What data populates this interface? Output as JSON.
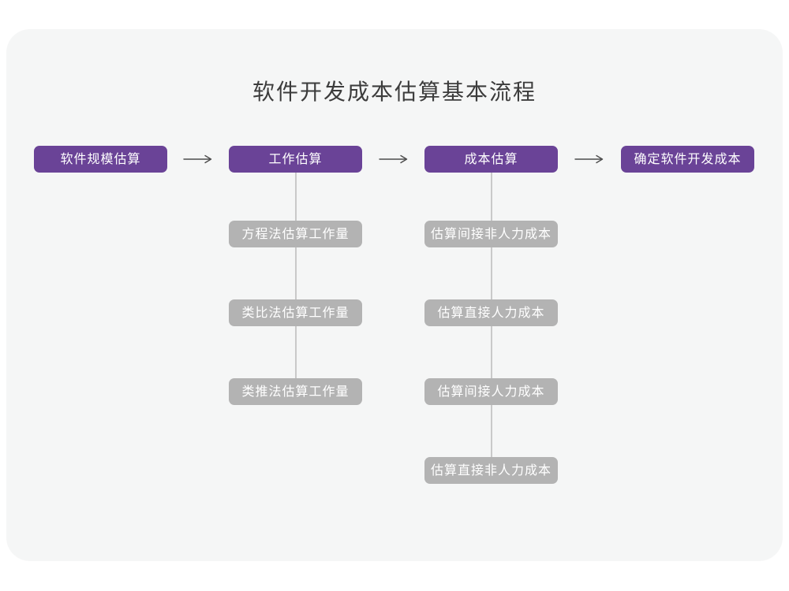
{
  "title": "软件开发成本估算基本流程",
  "colors": {
    "card_background": "#f5f6f6",
    "primary_purple": "#6a4397",
    "secondary_gray": "#b3b3b3",
    "connector_line": "#c9c9c9",
    "arrow": "#4d4d4d",
    "title_text": "#3c3c3c",
    "box_text": "#ffffff"
  },
  "main_flow": [
    {
      "label": "软件规模估算",
      "sub_steps": []
    },
    {
      "label": "工作估算",
      "sub_steps": [
        "方程法估算工作量",
        "类比法估算工作量",
        "类推法估算工作量"
      ]
    },
    {
      "label": "成本估算",
      "sub_steps": [
        "估算间接非人力成本",
        "估算直接人力成本",
        "估算间接人力成本",
        "估算直接非人力成本"
      ]
    },
    {
      "label": "确定软件开发成本",
      "sub_steps": []
    }
  ],
  "arrow_icon": "arrow-right"
}
